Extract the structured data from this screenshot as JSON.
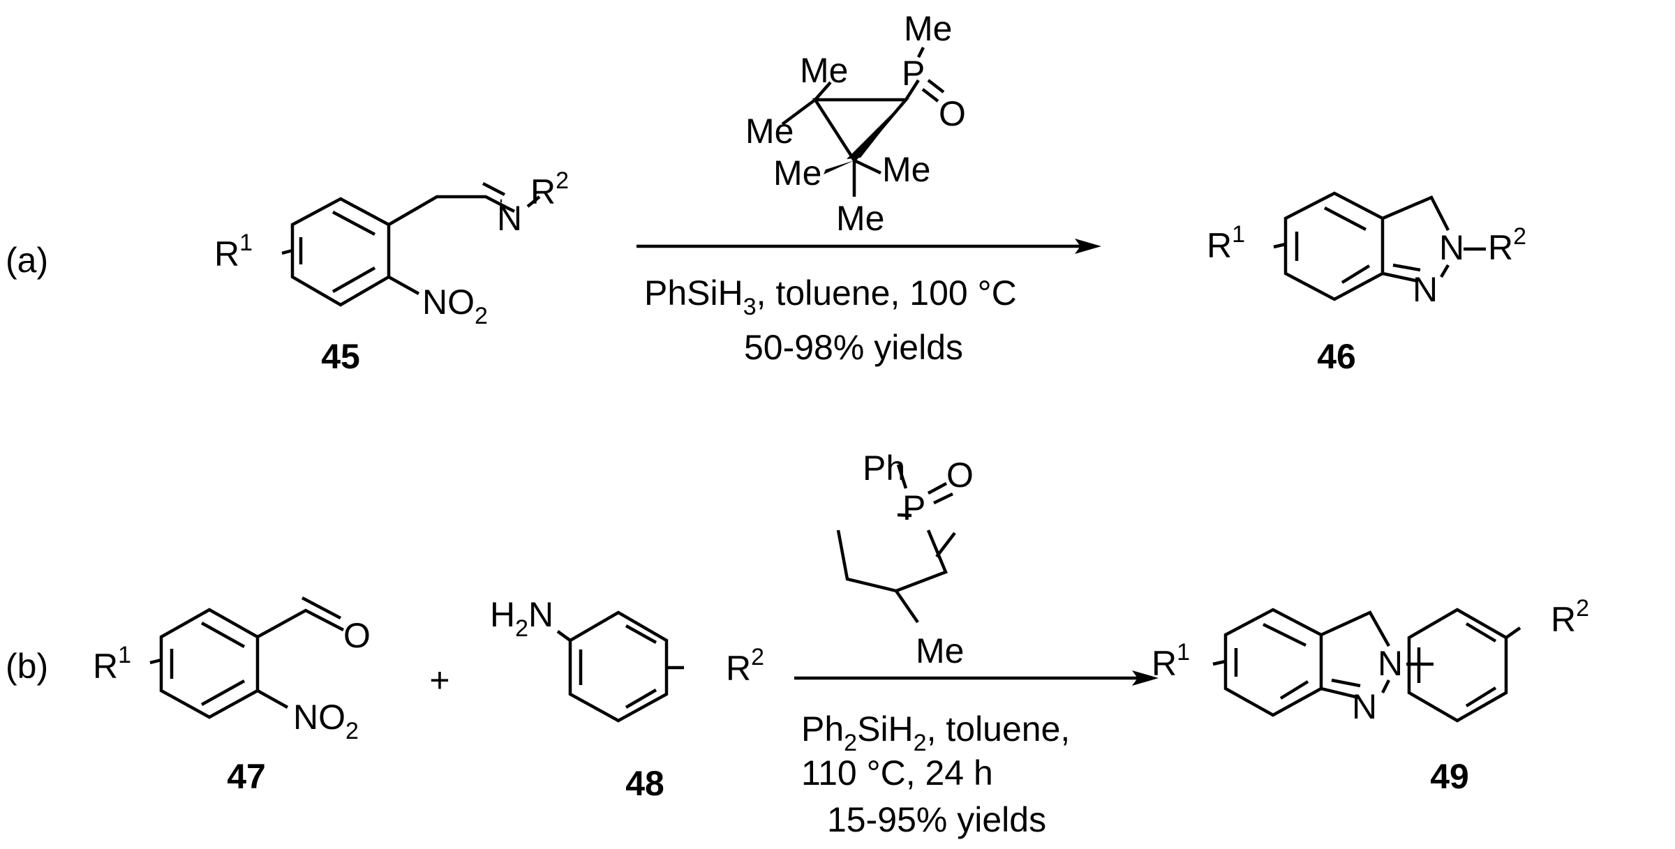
{
  "panel_a": {
    "label": "(a)",
    "reactant": {
      "r1": "R",
      "r1_sup": "1",
      "n": "N",
      "r2": "R",
      "r2_sup": "2",
      "no2_n": "NO",
      "no2_sub": "2",
      "number": "45"
    },
    "catalyst": {
      "me_top": "Me",
      "me_1": "Me",
      "me_2": "Me",
      "me_3": "Me",
      "me_4": "Me",
      "me_5": "Me",
      "p": "P",
      "o": "O"
    },
    "conditions": {
      "reagent": "PhSiH",
      "reagent_sub": "3",
      "reagent_rest": ", toluene, 100 °C",
      "yield": "50-98% yields"
    },
    "product": {
      "r1": "R",
      "r1_sup": "1",
      "n2": "N",
      "dash": "–",
      "r2": "R",
      "r2_sup": "2",
      "n1": "N",
      "number": "46"
    }
  },
  "panel_b": {
    "label": "(b)",
    "reactant1": {
      "r1": "R",
      "r1_sup": "1",
      "o": "O",
      "no2_n": "NO",
      "no2_sub": "2",
      "number": "47"
    },
    "plus": "+",
    "reactant2": {
      "h2n_h": "H",
      "h2n_sub": "2",
      "h2n_n": "N",
      "r2": "R",
      "r2_sup": "2",
      "number": "48"
    },
    "catalyst": {
      "ph": "Ph",
      "p": "P",
      "o": "O",
      "me": "Me"
    },
    "conditions": {
      "line1_a": "Ph",
      "line1_sub1": "2",
      "line1_b": "SiH",
      "line1_sub2": "2",
      "line1_c": ", toluene,",
      "line2": "110 °C, 24 h",
      "line3": "15-95% yields"
    },
    "product": {
      "r1": "R",
      "r1_sup": "1",
      "n2": "N",
      "n1": "N",
      "r2": "R",
      "r2_sup": "2",
      "number": "49"
    }
  }
}
